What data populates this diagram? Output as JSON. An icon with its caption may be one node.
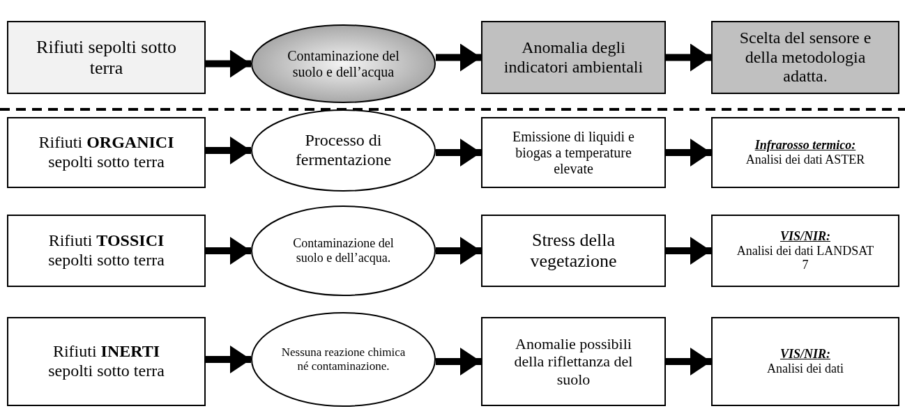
{
  "diagram": {
    "nodes": [
      {
        "text": [
          "Rifiuti sepolti sotto terra"
        ]
      },
      {
        "text": [
          "Contaminazione del suolo e dell’acqua"
        ]
      },
      {
        "text": [
          "Anomalia degli indicatori ambientali"
        ]
      },
      {
        "text": [
          "Scelta del sensore e della metodologia adatta."
        ]
      },
      {
        "text": [
          "Rifiuti **ORGANICI** sepolti sotto terra"
        ]
      },
      {
        "text": [
          "Processo di fermentazione"
        ]
      },
      {
        "text": [
          "Emissione di liquidi e biogas a temperature elevate"
        ]
      },
      {
        "text": [
          "Infrarosso termico:",
          "Analisi dei dati ASTER"
        ]
      },
      {
        "text": [
          "Rifiuti **TOSSICI** sepolti sotto terra"
        ]
      },
      {
        "text": [
          "Contaminazione del suolo e dell’acqua."
        ]
      },
      {
        "text": [
          "Stress della vegetazione"
        ]
      },
      {
        "text": [
          "VIS/NIR:",
          "Analisi dei dati LANDSAT 7"
        ]
      },
      {
        "text": [
          "Rifiuti **INERTI** sepolti sotto terra"
        ]
      },
      {
        "text": [
          "Nessuna reazione chimica né contaminazione."
        ]
      },
      {
        "text": [
          "Anomalie possibili della riflettanza del suolo"
        ]
      },
      {
        "text": [
          "VIS/NIR:",
          "Analisi dei dati"
        ]
      }
    ],
    "edges": [
      {
        "from": 0,
        "to": 1,
        "arrow": "to"
      },
      {
        "from": 1,
        "to": 2,
        "arrow": "to"
      },
      {
        "from": 2,
        "to": 3,
        "arrow": "to"
      },
      {
        "from": 4,
        "to": 5,
        "arrow": "to"
      },
      {
        "from": 5,
        "to": 6,
        "arrow": "to"
      },
      {
        "from": 6,
        "to": 7,
        "arrow": "to"
      },
      {
        "from": 8,
        "to": 9,
        "arrow": "to"
      },
      {
        "from": 9,
        "to": 10,
        "arrow": "to"
      },
      {
        "from": 10,
        "to": 11,
        "arrow": "to"
      },
      {
        "from": 12,
        "to": 13,
        "arrow": "to"
      },
      {
        "from": 13,
        "to": 14,
        "arrow": "to"
      },
      {
        "from": 14,
        "to": 15,
        "arrow": "to"
      }
    ]
  }
}
